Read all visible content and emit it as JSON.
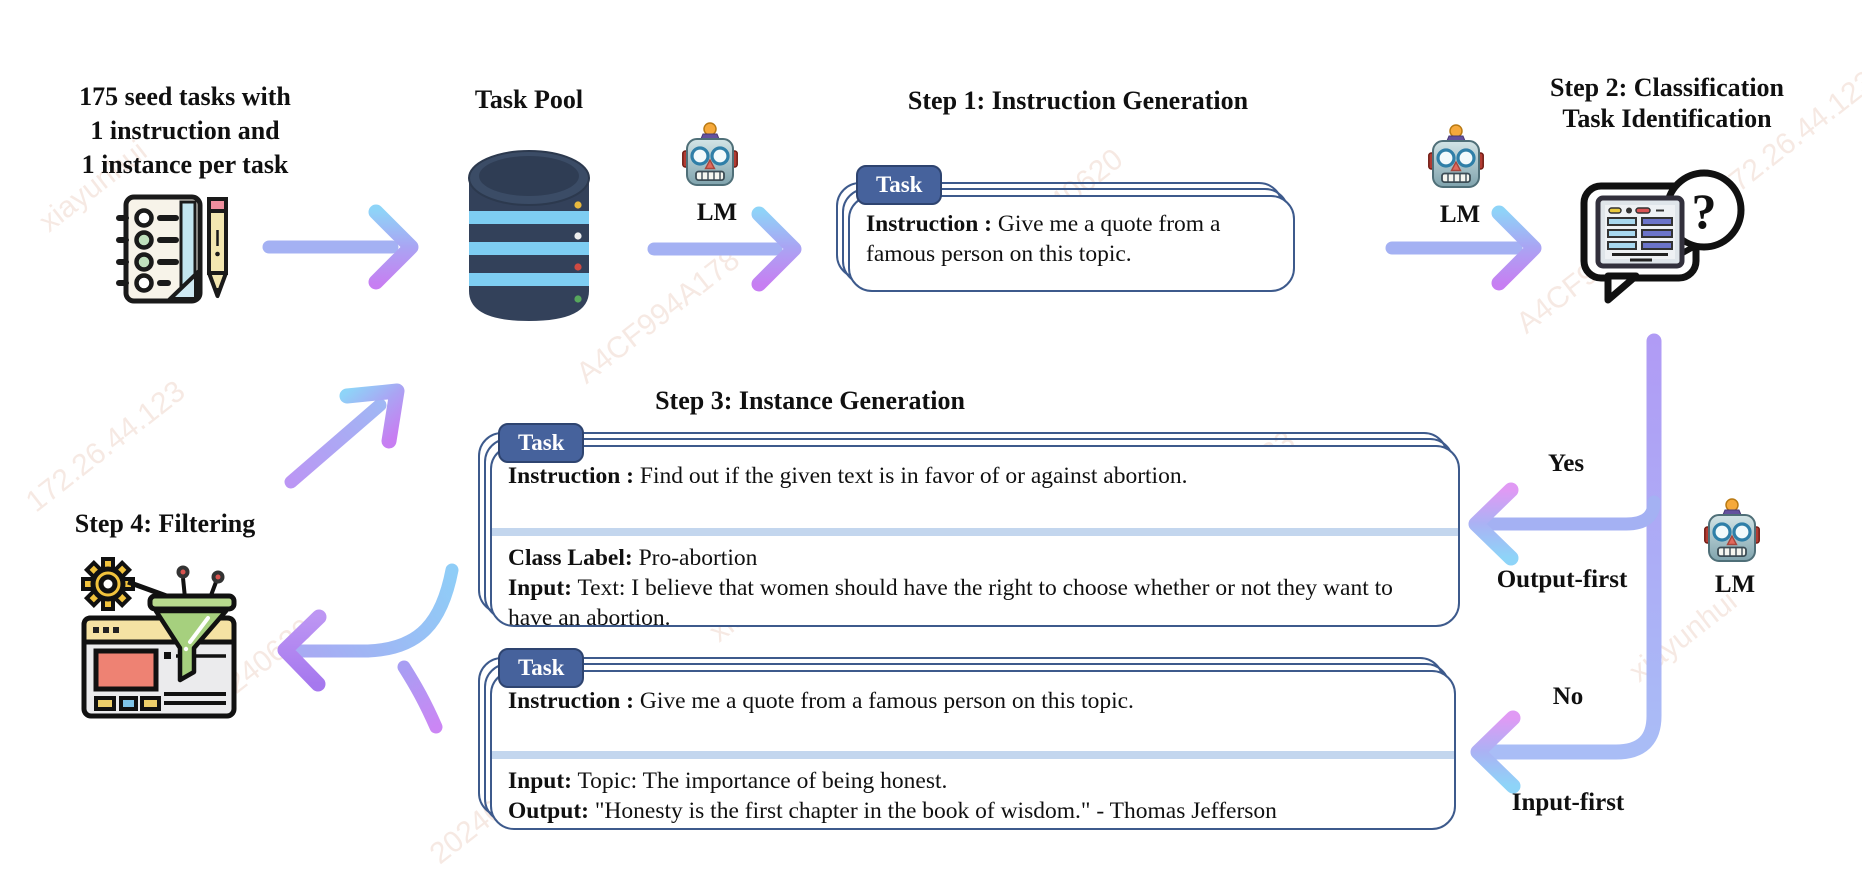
{
  "watermarks": [
    "xiayunhui",
    "172.26.44.123",
    "20240620",
    "A4CF994A178"
  ],
  "colors": {
    "arrow_blue": "#8ed4f8",
    "arrow_purple": "#c77ef2",
    "arrow_lavender": "#a4b1f3",
    "card_border": "#3d5a8c",
    "tab_fill": "#46629c",
    "divider": "#c3d6ee"
  },
  "seed_block": {
    "lines": [
      "175 seed tasks with",
      "1 instruction and",
      "1 instance per task"
    ]
  },
  "task_pool": {
    "title": "Task Pool"
  },
  "lm_label": "LM",
  "steps": {
    "step1": {
      "title": "Step 1: Instruction Generation"
    },
    "step2": {
      "title_lines": [
        "Step 2: Classification",
        "Task Identification"
      ],
      "question_mark": "?"
    },
    "step3": {
      "title": "Step 3: Instance Generation"
    },
    "step4": {
      "title": "Step 4: Filtering"
    }
  },
  "branch_labels": {
    "yes": "Yes",
    "output_first": "Output-first",
    "no": "No",
    "input_first": "Input-first"
  },
  "cards": {
    "c1": {
      "tab": "Task",
      "instruction_label": "Instruction :",
      "instruction": "Give me a quote from a famous person on this topic."
    },
    "c2": {
      "tab": "Task",
      "instruction_label": "Instruction :",
      "instruction": "Find out if the given text is in favor of or against abortion.",
      "class_label": "Class Label:",
      "class_value": "Pro-abortion",
      "input_label": "Input:",
      "input_value": "Text: I believe that women should have the right to choose whether or not they want to have an abortion.",
      "input_value_wrap": "Text: I believe that women should have the right to choose whether or not they want to have an abortion."
    },
    "c3": {
      "tab": "Task",
      "instruction_label": "Instruction :",
      "instruction": "Give me a quote from a famous person on this topic.",
      "input_label": "Input:",
      "input_value": "Topic: The importance of being honest.",
      "output_label": "Output:",
      "output_value": "\"Honesty is the first chapter in the book of wisdom.\" - Thomas Jefferson"
    }
  }
}
